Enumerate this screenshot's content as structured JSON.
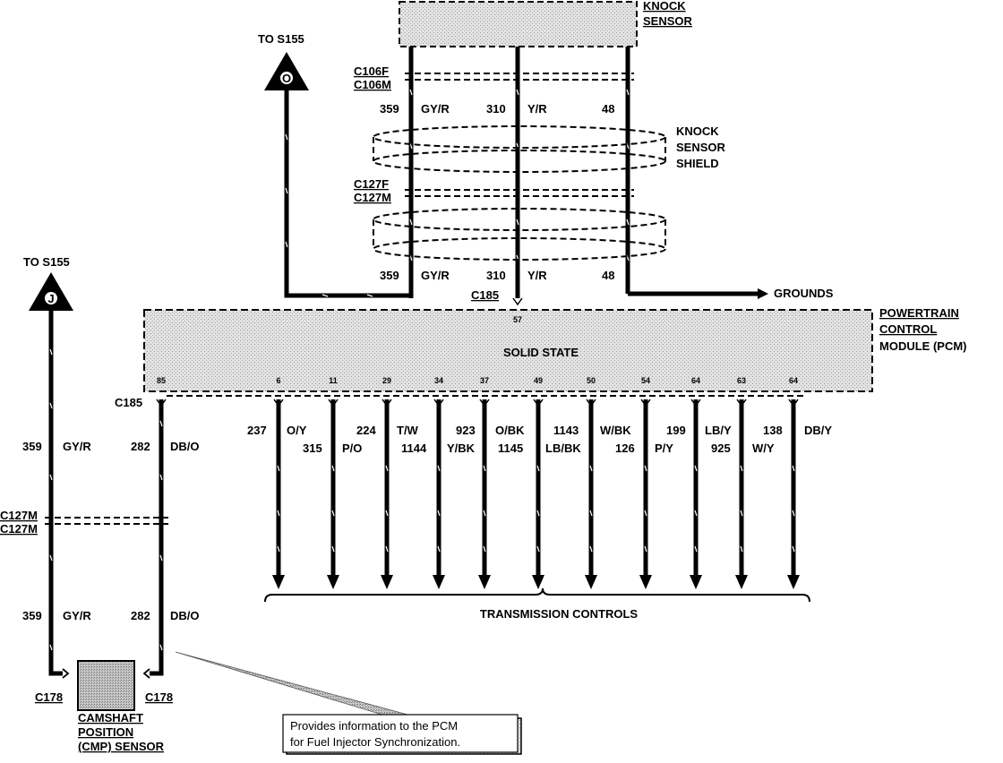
{
  "knock_sensor": {
    "title_line1": "KNOCK",
    "title_line2": "SENSOR"
  },
  "connectors": {
    "c106f": "C106F",
    "c106m": "C106M",
    "c127f": "C127F",
    "c127m": "C127M",
    "c127m_left_a": "C127M",
    "c127m_left_b": "C127M",
    "c185_top": "C185",
    "c185_left": "C185",
    "c178_left": "C178",
    "c178_right": "C178"
  },
  "knock_shield": {
    "line1": "KNOCK",
    "line2": "SENSOR",
    "line3": "SHIELD"
  },
  "splices": {
    "top": {
      "to_label": "TO S155",
      "letter": "O"
    },
    "left": {
      "to_label": "TO S155",
      "letter": "J"
    }
  },
  "top_wires": [
    {
      "circuit": "359",
      "color": "GY/R"
    },
    {
      "circuit": "310",
      "color": "Y/R"
    },
    {
      "circuit": "48",
      "color": ""
    }
  ],
  "grounds_label": "GROUNDS",
  "pcm": {
    "line1": "POWERTRAIN",
    "line2": "CONTROL",
    "line3": "MODULE (PCM)",
    "state": "SOLID STATE",
    "top_pin": "57",
    "bottom_pins": [
      "85",
      "6",
      "11",
      "29",
      "34",
      "37",
      "49",
      "50",
      "54",
      "64",
      "63",
      "64"
    ]
  },
  "left_wires": [
    {
      "circuit": "359",
      "color": "GY/R"
    },
    {
      "circuit": "282",
      "color": "DB/O"
    }
  ],
  "transmission_wires": [
    {
      "circuit": "237",
      "color": "O/Y"
    },
    {
      "circuit": "315",
      "color": "P/O"
    },
    {
      "circuit": "224",
      "color": "T/W"
    },
    {
      "circuit": "1144",
      "color": "Y/BK"
    },
    {
      "circuit": "923",
      "color": "O/BK"
    },
    {
      "circuit": "1145",
      "color": "LB/BK"
    },
    {
      "circuit": "1143",
      "color": "W/BK"
    },
    {
      "circuit": "126",
      "color": "P/Y"
    },
    {
      "circuit": "199",
      "color": "LB/Y"
    },
    {
      "circuit": "925",
      "color": "W/Y"
    },
    {
      "circuit": "138",
      "color": "DB/Y"
    }
  ],
  "transmission_label": "TRANSMISSION CONTROLS",
  "cmp_sensor": {
    "line1": "CAMSHAFT",
    "line2": "POSITION",
    "line3": "(CMP) SENSOR"
  },
  "note": {
    "line1": "Provides information to the PCM",
    "line2": "for Fuel Injector Synchronization."
  }
}
